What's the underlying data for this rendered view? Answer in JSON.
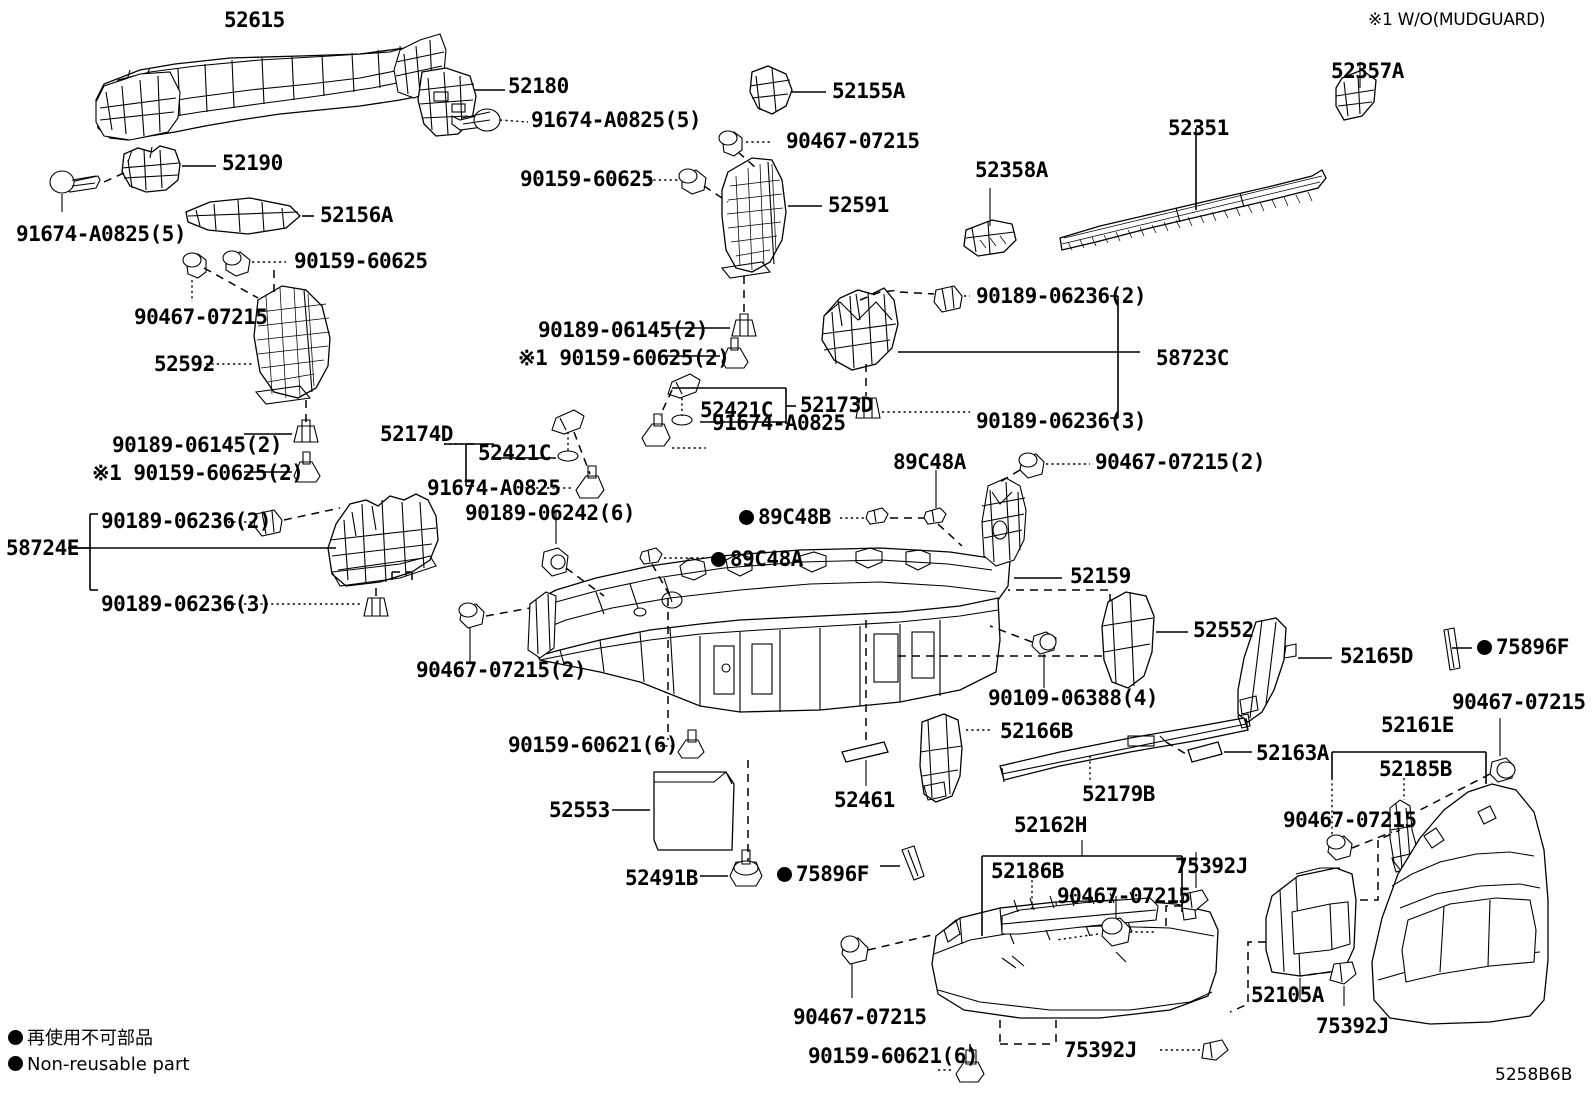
{
  "diagram": {
    "id": "5258B6B",
    "note_top_right": "※1 W/O(MUDGUARD)",
    "legend": {
      "japanese": "再使用不可部品",
      "english": "Non-reusable part"
    }
  },
  "labels": [
    {
      "key": "l01",
      "text": "52615"
    },
    {
      "key": "l02",
      "text": "52180"
    },
    {
      "key": "l03",
      "text": "91674-A0825(5)"
    },
    {
      "key": "l04",
      "text": "52190"
    },
    {
      "key": "l05",
      "text": "91674-A0825(5)"
    },
    {
      "key": "l06",
      "text": "52156A"
    },
    {
      "key": "l07",
      "text": "52155A"
    },
    {
      "key": "l08",
      "text": "90467-07215"
    },
    {
      "key": "l09",
      "text": "90159-60625"
    },
    {
      "key": "l10",
      "text": "52591"
    },
    {
      "key": "l11",
      "text": "52357A"
    },
    {
      "key": "l12",
      "text": "52351"
    },
    {
      "key": "l13",
      "text": "52358A"
    },
    {
      "key": "l14",
      "text": "90159-60625"
    },
    {
      "key": "l15",
      "text": "90467-07215"
    },
    {
      "key": "l16",
      "text": "52592"
    },
    {
      "key": "l17",
      "text": "90189-06145(2)"
    },
    {
      "key": "l18",
      "text": "※1 90159-60625(2)"
    },
    {
      "key": "l19",
      "text": "90189-06236(2)"
    },
    {
      "key": "l20",
      "text": "58724E"
    },
    {
      "key": "l21",
      "text": "90189-06236(3)"
    },
    {
      "key": "l22",
      "text": "90189-06145(2)"
    },
    {
      "key": "l23",
      "text": "※1 90159-60625(2)"
    },
    {
      "key": "l24",
      "text": "52173D"
    },
    {
      "key": "l25",
      "text": "52421C"
    },
    {
      "key": "l26",
      "text": "52174D"
    },
    {
      "key": "l27",
      "text": "52421C"
    },
    {
      "key": "l28",
      "text": "91674-A0825"
    },
    {
      "key": "l29",
      "text": "91674-A0825"
    },
    {
      "key": "l30",
      "text": "90189-06242(6)"
    },
    {
      "key": "l31",
      "text": "90189-06236(2)"
    },
    {
      "key": "l32",
      "text": "58723C"
    },
    {
      "key": "l33",
      "text": "90189-06236(3)"
    },
    {
      "key": "l34",
      "text": "89C48A"
    },
    {
      "key": "l35",
      "text": "90467-07215(2)"
    },
    {
      "key": "l36",
      "text": "89C48B"
    },
    {
      "key": "l37",
      "text": "89C48A"
    },
    {
      "key": "l38",
      "text": "52159"
    },
    {
      "key": "l39",
      "text": "52552"
    },
    {
      "key": "l40",
      "text": "52165D"
    },
    {
      "key": "l41",
      "text": "75896F"
    },
    {
      "key": "l42",
      "text": "90467-07215(2)"
    },
    {
      "key": "l43",
      "text": "90109-06388(4)"
    },
    {
      "key": "l44",
      "text": "52166B"
    },
    {
      "key": "l45",
      "text": "90159-60621(6)"
    },
    {
      "key": "l46",
      "text": "52163A"
    },
    {
      "key": "l47",
      "text": "52179B"
    },
    {
      "key": "l48",
      "text": "52161E"
    },
    {
      "key": "l49",
      "text": "52185B"
    },
    {
      "key": "l50",
      "text": "90467-07215"
    },
    {
      "key": "l51",
      "text": "90467-07215"
    },
    {
      "key": "l52",
      "text": "52553"
    },
    {
      "key": "l53",
      "text": "52461"
    },
    {
      "key": "l54",
      "text": "52162H"
    },
    {
      "key": "l55",
      "text": "52186B"
    },
    {
      "key": "l56",
      "text": "90467-07215"
    },
    {
      "key": "l57",
      "text": "75392J"
    },
    {
      "key": "l58",
      "text": "52491B"
    },
    {
      "key": "l59",
      "text": "75896F"
    },
    {
      "key": "l60",
      "text": "90467-07215"
    },
    {
      "key": "l61",
      "text": "90159-60621(6)"
    },
    {
      "key": "l62",
      "text": "75392J"
    },
    {
      "key": "l63",
      "text": "52105A"
    },
    {
      "key": "l64",
      "text": "75392J"
    }
  ]
}
